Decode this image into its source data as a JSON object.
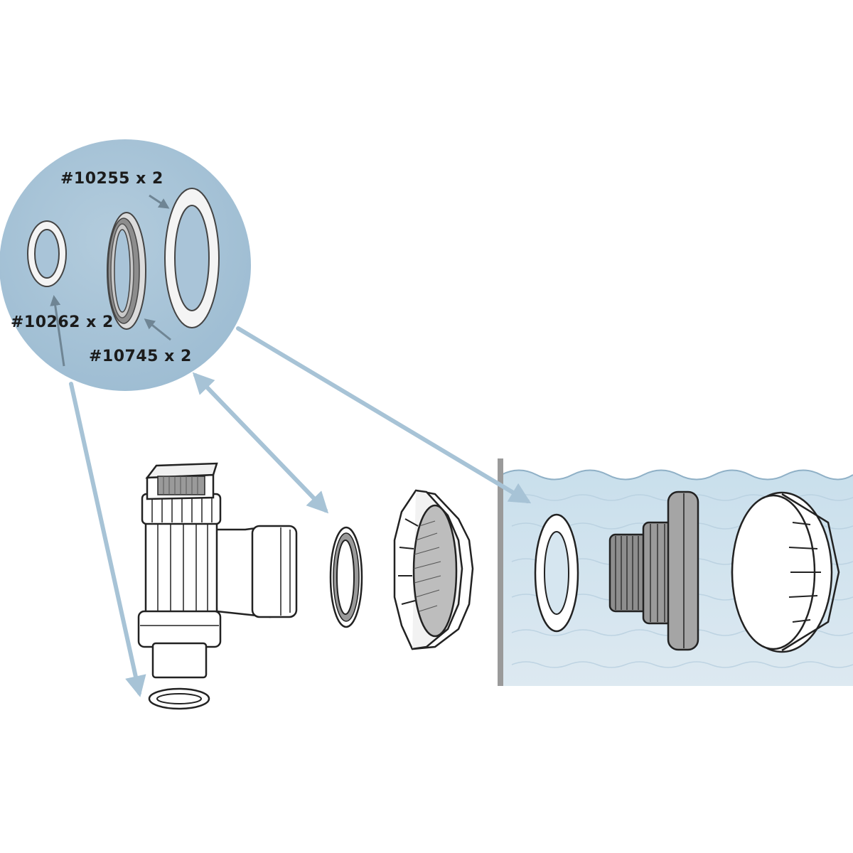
{
  "callout": {
    "labels": {
      "ring_large": "#10255 x 2",
      "ring_small": "#10262 x 2",
      "ring_grooved": "#10745 x 2"
    }
  },
  "colors": {
    "callout_fill": "#a9c4d8",
    "leader_arrow": "#a7c3d6",
    "water": "#cfe2ee",
    "outline": "#222222"
  },
  "icons": [
    "o-ring-icon",
    "grooved-ring-icon",
    "flat-washer-icon",
    "valve-tee-icon",
    "hex-nut-icon",
    "threaded-fitting-icon",
    "strainer-cap-icon",
    "pool-wall-icon"
  ]
}
